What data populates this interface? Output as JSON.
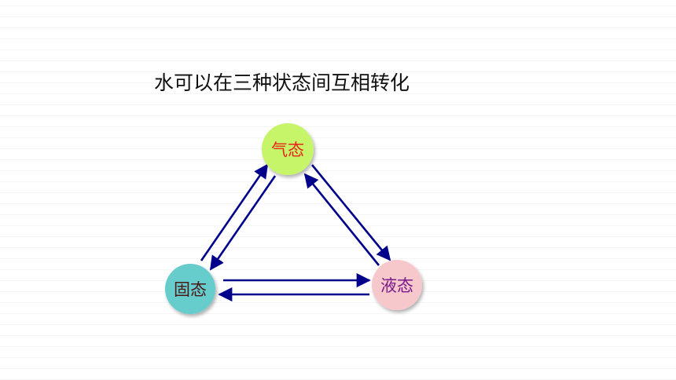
{
  "slide": {
    "title": "水可以在三种状态间互相转化"
  },
  "diagram": {
    "nodes": {
      "gas": {
        "label": "气态",
        "fill": "#c6f56a",
        "text_color": "#e8231a"
      },
      "solid": {
        "label": "固态",
        "fill": "#66cccc",
        "text_color": "#4a1a1a"
      },
      "liquid": {
        "label": "液态",
        "fill": "#f6c8cc",
        "text_color": "#7a1a8a"
      }
    },
    "arrow_color": "#00008b",
    "arrows": [
      {
        "from": "solid",
        "to": "gas"
      },
      {
        "from": "gas",
        "to": "solid"
      },
      {
        "from": "gas",
        "to": "liquid"
      },
      {
        "from": "liquid",
        "to": "gas"
      },
      {
        "from": "solid",
        "to": "liquid"
      },
      {
        "from": "liquid",
        "to": "solid"
      }
    ]
  }
}
